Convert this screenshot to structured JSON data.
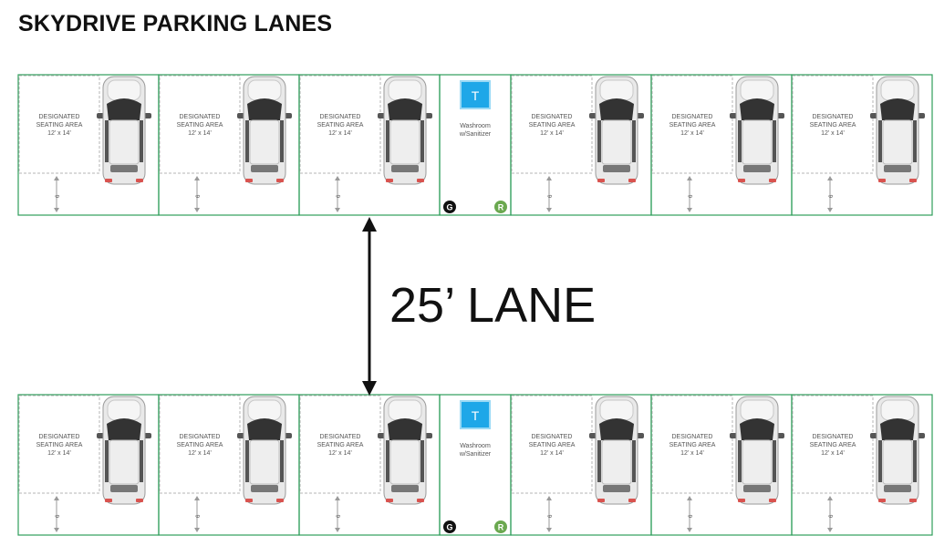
{
  "title": "SKYDRIVE PARKING LANES",
  "lane_label": "25’ LANE",
  "seating_area": {
    "line1": "DESIGNATED",
    "line2": "SEATING AREA",
    "line3": "12’ x 14’"
  },
  "clearance_label": "6",
  "washroom": {
    "icon_letter": "T",
    "line1": "Washroom",
    "line2": "w/Sanitizer",
    "badge_g": "G",
    "badge_r": "R"
  },
  "rows": [
    {
      "name": "top",
      "spaces": 6,
      "washroom_after": 3
    },
    {
      "name": "bottom",
      "spaces": 6,
      "washroom_after": 3
    }
  ],
  "colors": {
    "border": "#2e9e5b",
    "dashed": "#b5b5b5",
    "arrow": "#111111",
    "washroom_icon": "#1ea7e8",
    "badge_g": "#111111",
    "badge_r": "#6aa84f",
    "car_body": "#e9e9e9",
    "car_roof": "#333333",
    "car_tail": "#d9534f"
  },
  "icons": [
    "toilet-icon",
    "car-icon",
    "double-arrow-icon"
  ]
}
